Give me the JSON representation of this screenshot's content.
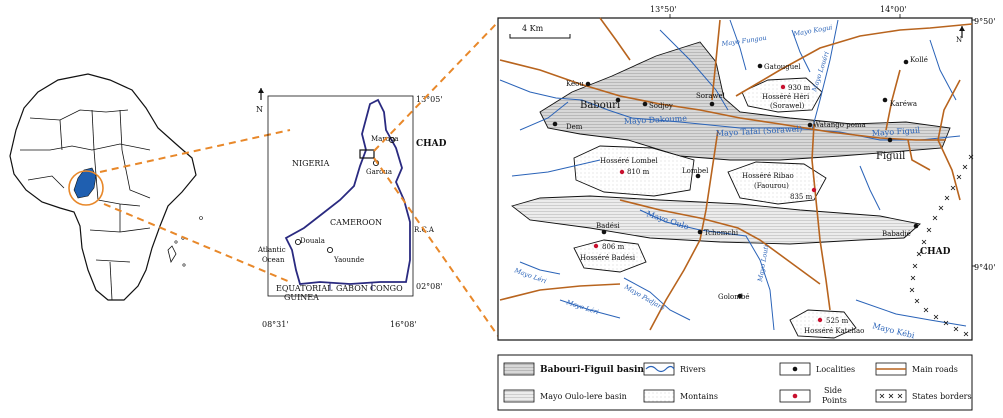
{
  "world_map": {
    "highlight_color": "#1f5fb0",
    "connector_color": "#e8882a"
  },
  "country_map": {
    "coords": {
      "top_right": "13°05'",
      "bottom_right": "02°08'",
      "bottom_left": "08°31'",
      "bottom_mid": "16°08'"
    },
    "countries": {
      "nigeria": "NIGERIA",
      "chad": "CHAD",
      "cameroon": "CAMEROON",
      "rca": "R.C.A",
      "eq_guinea_1": "EQUATORIAL",
      "eq_guinea_2": "GUINEA",
      "gabon": "GABON",
      "congo": "CONGO",
      "ocean_1": "Atlantic",
      "ocean_2": "Ocean"
    },
    "cities": {
      "maroua": "Maroua",
      "garoua": "Garoua",
      "douala": "Douala",
      "yaounde": "Yaounde"
    },
    "north_letter": "N"
  },
  "study_map": {
    "coords": {
      "top_left": "13°50'",
      "top_right": "14°00'",
      "right_top": "9°50'",
      "right_bottom": "9°40'"
    },
    "scale": "4 Km",
    "north_letter": "N",
    "chad": "CHAD",
    "localities": {
      "keou": "Kéou",
      "babouri": "Babouri",
      "dem": "Dem",
      "sodjoy": "Sodjoy",
      "sorawel": "Sorawel",
      "gatouguel": "Gatouguel",
      "kolle": "Kollé",
      "karewa": "Karéwa",
      "watango": "Watango poma",
      "figuil": "Figuil",
      "lombel": "Lombel",
      "badesi": "Badési",
      "tchomchi": "Tchomchi",
      "babadje": "Babadjé",
      "golombe": "Golombé"
    },
    "peaks": {
      "heri_alt": "930 m",
      "heri_name_1": "Hosséré Héri",
      "heri_name_2": "(Sorawel)",
      "lombel_name": "Hosséré Lombel",
      "lombel_alt": "810 m",
      "ribao_name_1": "Hosséré Ribao",
      "ribao_name_2": "(Faourou)",
      "ribao_alt": "835 m",
      "badesi_alt": "806 m",
      "badesi_name": "Hosséré Badési",
      "katchao_alt": "525 m",
      "katchao_name": "Hosséré Katchao"
    },
    "rivers": {
      "fungou": "Mayo Fungou",
      "kogui": "Mayo Kogui",
      "loueri": "Mayo Louéri",
      "dakoume": "Mayo Dakoume",
      "tafal": "Mayo Tafal (Sorawel)",
      "figuil": "Mayo Figuil",
      "oulo": "Mayo Oulo",
      "louti": "Mayo Louti",
      "leri": "Mayo Léri",
      "leri2": "Mayo Léri",
      "padjaré": "Mayo Padjaré",
      "kebi": "Mayo Kébi"
    }
  },
  "legend": {
    "babouri_basin": "Babouri-Figuil basin",
    "rivers": "Rivers",
    "localities": "Localities",
    "main_roads": "Main roads",
    "oulo_basin": "Mayo Oulo-lere  basin",
    "montains": "Montains",
    "side_points_1": "Side",
    "side_points_2": "Points",
    "states_borders": "States borders",
    "colors": {
      "river": "#2a63b8",
      "road": "#b8641e",
      "side_point": "#c8102e"
    }
  }
}
